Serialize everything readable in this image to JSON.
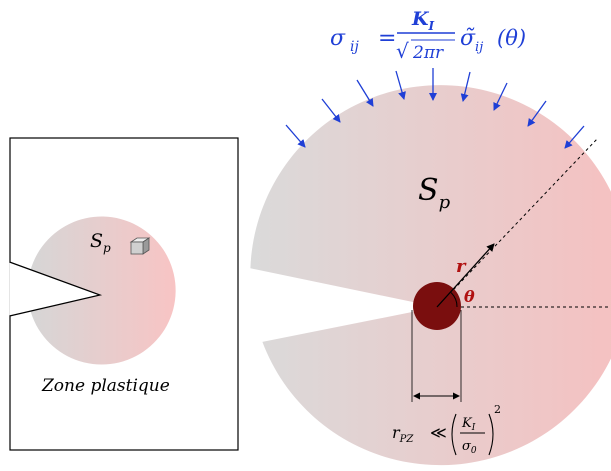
{
  "left_panel": {
    "region_label": "S",
    "region_label_sub": "p",
    "caption": "Zone plastique"
  },
  "right_panel": {
    "region_label": "S",
    "region_label_sub": "p",
    "radius_label": "r",
    "angle_label": "θ"
  },
  "stress_formula": {
    "lhs": "σ",
    "lhs_sub": "ij",
    "equals": "=",
    "numerator": "K",
    "numerator_sub": "I",
    "sqrt_sign": "√",
    "denominator": "2πr",
    "tilde_sigma": "σ̃",
    "tilde_sub": "ij",
    "argument": "(θ)"
  },
  "plastic_zone_formula": {
    "lhs": "r",
    "lhs_sub": "PZ",
    "relation": "≪",
    "numerator": "K",
    "numerator_sub": "I",
    "denominator": "σ",
    "denominator_sub": "0",
    "exponent": "2"
  },
  "colors": {
    "formula": "#1f3fd6",
    "arrow": "#1f3fd6",
    "plastic_zone": "#7a0e0e",
    "label_red": "#b01010",
    "gradient_start": "#d6d6d6",
    "gradient_end": "#f7c3c3"
  }
}
